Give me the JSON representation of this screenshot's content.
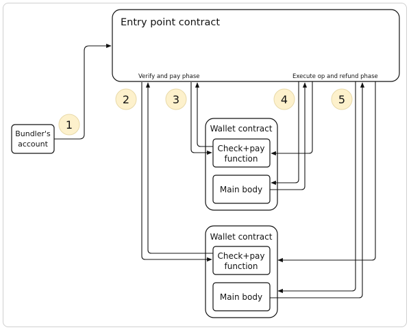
{
  "entry_point": {
    "title": "Entry point contract",
    "verify_phase": "Verify and pay phase",
    "execute_phase": "Execute op and refund phase"
  },
  "bundler": {
    "line1": "Bundler's",
    "line2": "account"
  },
  "wallet_1": {
    "title": "Wallet contract",
    "check_pay_line1": "Check+pay",
    "check_pay_line2": "function",
    "main_body": "Main body"
  },
  "wallet_2": {
    "title": "Wallet contract",
    "check_pay_line1": "Check+pay",
    "check_pay_line2": "function",
    "main_body": "Main body"
  },
  "steps": [
    "1",
    "2",
    "3",
    "4",
    "5"
  ],
  "colors": {
    "badge_fill": "#fdf1cc",
    "stroke": "#111111"
  }
}
